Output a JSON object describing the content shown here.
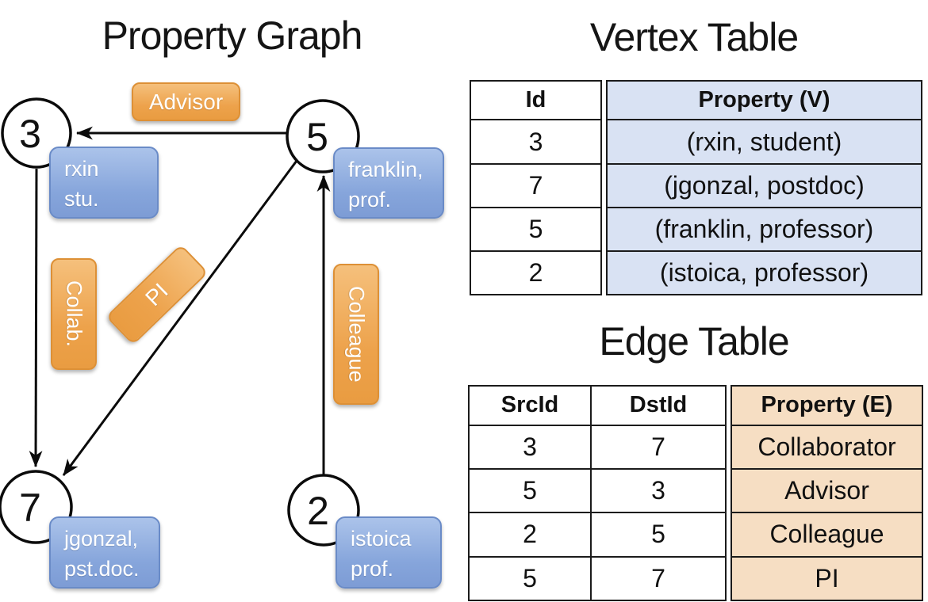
{
  "titles": {
    "graph": "Property Graph",
    "vertex_table": "Vertex Table",
    "edge_table": "Edge Table"
  },
  "graph": {
    "nodes": [
      {
        "id": "3",
        "property_lines": [
          "rxin",
          "stu."
        ]
      },
      {
        "id": "5",
        "property_lines": [
          "franklin,",
          "prof."
        ]
      },
      {
        "id": "7",
        "property_lines": [
          "jgonzal,",
          "pst.doc."
        ]
      },
      {
        "id": "2",
        "property_lines": [
          "istoica",
          "prof."
        ]
      }
    ],
    "edge_labels": {
      "advisor": "Advisor",
      "collab": "Collab.",
      "pi": "PI",
      "colleague": "Colleague"
    }
  },
  "vertex_table": {
    "columns": {
      "id": "Id",
      "property": "Property (V)"
    },
    "rows": [
      {
        "id": "3",
        "property": "(rxin, student)"
      },
      {
        "id": "7",
        "property": "(jgonzal, postdoc)"
      },
      {
        "id": "5",
        "property": "(franklin, professor)"
      },
      {
        "id": "2",
        "property": "(istoica, professor)"
      }
    ]
  },
  "edge_table": {
    "columns": {
      "src": "SrcId",
      "dst": "DstId",
      "property": "Property (E)"
    },
    "rows": [
      {
        "src": "3",
        "dst": "7",
        "property": "Collaborator"
      },
      {
        "src": "5",
        "dst": "3",
        "property": "Advisor"
      },
      {
        "src": "2",
        "dst": "5",
        "property": "Colleague"
      },
      {
        "src": "5",
        "dst": "7",
        "property": "PI"
      }
    ]
  },
  "colors": {
    "edge_label_fill": "#eda24b",
    "edge_label_border": "#dd9036",
    "vertex_box_fill": "#86a5db",
    "vertex_box_border": "#6a8bc7",
    "vertex_property_cell_bg": "#d9e2f3",
    "edge_property_cell_bg": "#f6dec3",
    "line_color": "#0b0b0b"
  }
}
